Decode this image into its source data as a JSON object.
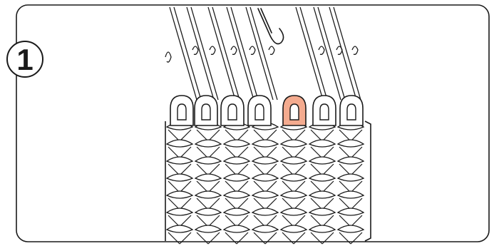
{
  "step": {
    "number": "1"
  },
  "colors": {
    "line": "#1a1a1a",
    "highlight_fill": "#f4ab8f",
    "background": "#ffffff"
  },
  "figure": {
    "icons": [
      "knitting-needles-icon",
      "crochet-hook-icon",
      "stitch-loop-icon",
      "knit-fabric-icon"
    ],
    "loops_on_needle": 7,
    "highlighted_loop_index": 4,
    "fabric_rows": 7,
    "stitches_per_row": 7
  }
}
